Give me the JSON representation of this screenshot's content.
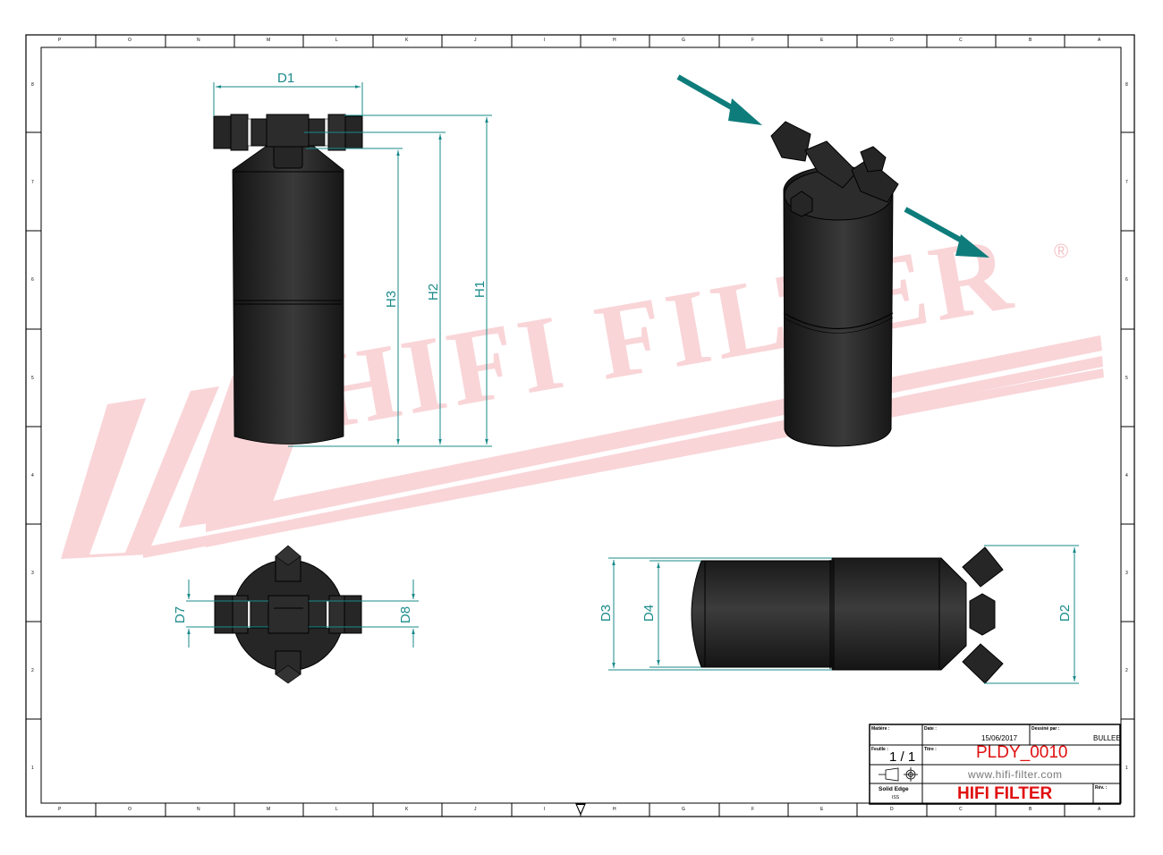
{
  "drawing": {
    "frame": {
      "top_zone_labels": [
        "P",
        "O",
        "N",
        "M",
        "L",
        "K",
        "J",
        "I",
        "H",
        "G",
        "F",
        "E",
        "D",
        "C",
        "B",
        "A"
      ],
      "bottom_zone_labels": [
        "P",
        "O",
        "N",
        "M",
        "L",
        "K",
        "J",
        "I",
        "H",
        "G",
        "F",
        "E",
        "D",
        "C",
        "B",
        "A"
      ],
      "left_zone_labels": [
        "8",
        "7",
        "6",
        "5",
        "4",
        "3",
        "2",
        "1"
      ],
      "right_zone_labels": [
        "8",
        "7",
        "6",
        "5",
        "4",
        "3",
        "2",
        "1"
      ]
    },
    "dimensions": {
      "front_view": [
        "D1",
        "H1",
        "H2",
        "H3"
      ],
      "top_view": [
        "D7",
        "D8"
      ],
      "side_view": [
        "D2",
        "D3",
        "D4"
      ]
    },
    "flow_arrows": {
      "color": "#0e7c7b",
      "count": 2,
      "meaning": [
        "inlet",
        "outlet"
      ]
    },
    "watermark": {
      "text": "HIFI FILTER",
      "registered_mark": "®",
      "color": "#f7c6c9"
    },
    "colors": {
      "dimension": "#1a8a8a",
      "part": "#262626",
      "title_red": "#e01010"
    }
  },
  "title_block": {
    "material_label": "Matière :",
    "material_value": "",
    "date_label": "Date :",
    "date_value": "15/06/2017",
    "drawn_by_label": "Dessiné par :",
    "drawn_by_value": "BULLEE",
    "sheet_label": "Feuille :",
    "sheet_value": "1 / 1",
    "title_label": "Titre :",
    "title_value": "PLDY_0010",
    "website": "www.hifi-filter.com",
    "software_name": "Solid Edge",
    "software_sub": "ISS",
    "brand": "HIFI FILTER",
    "revision_label": "Rév. :",
    "revision_value": ""
  }
}
